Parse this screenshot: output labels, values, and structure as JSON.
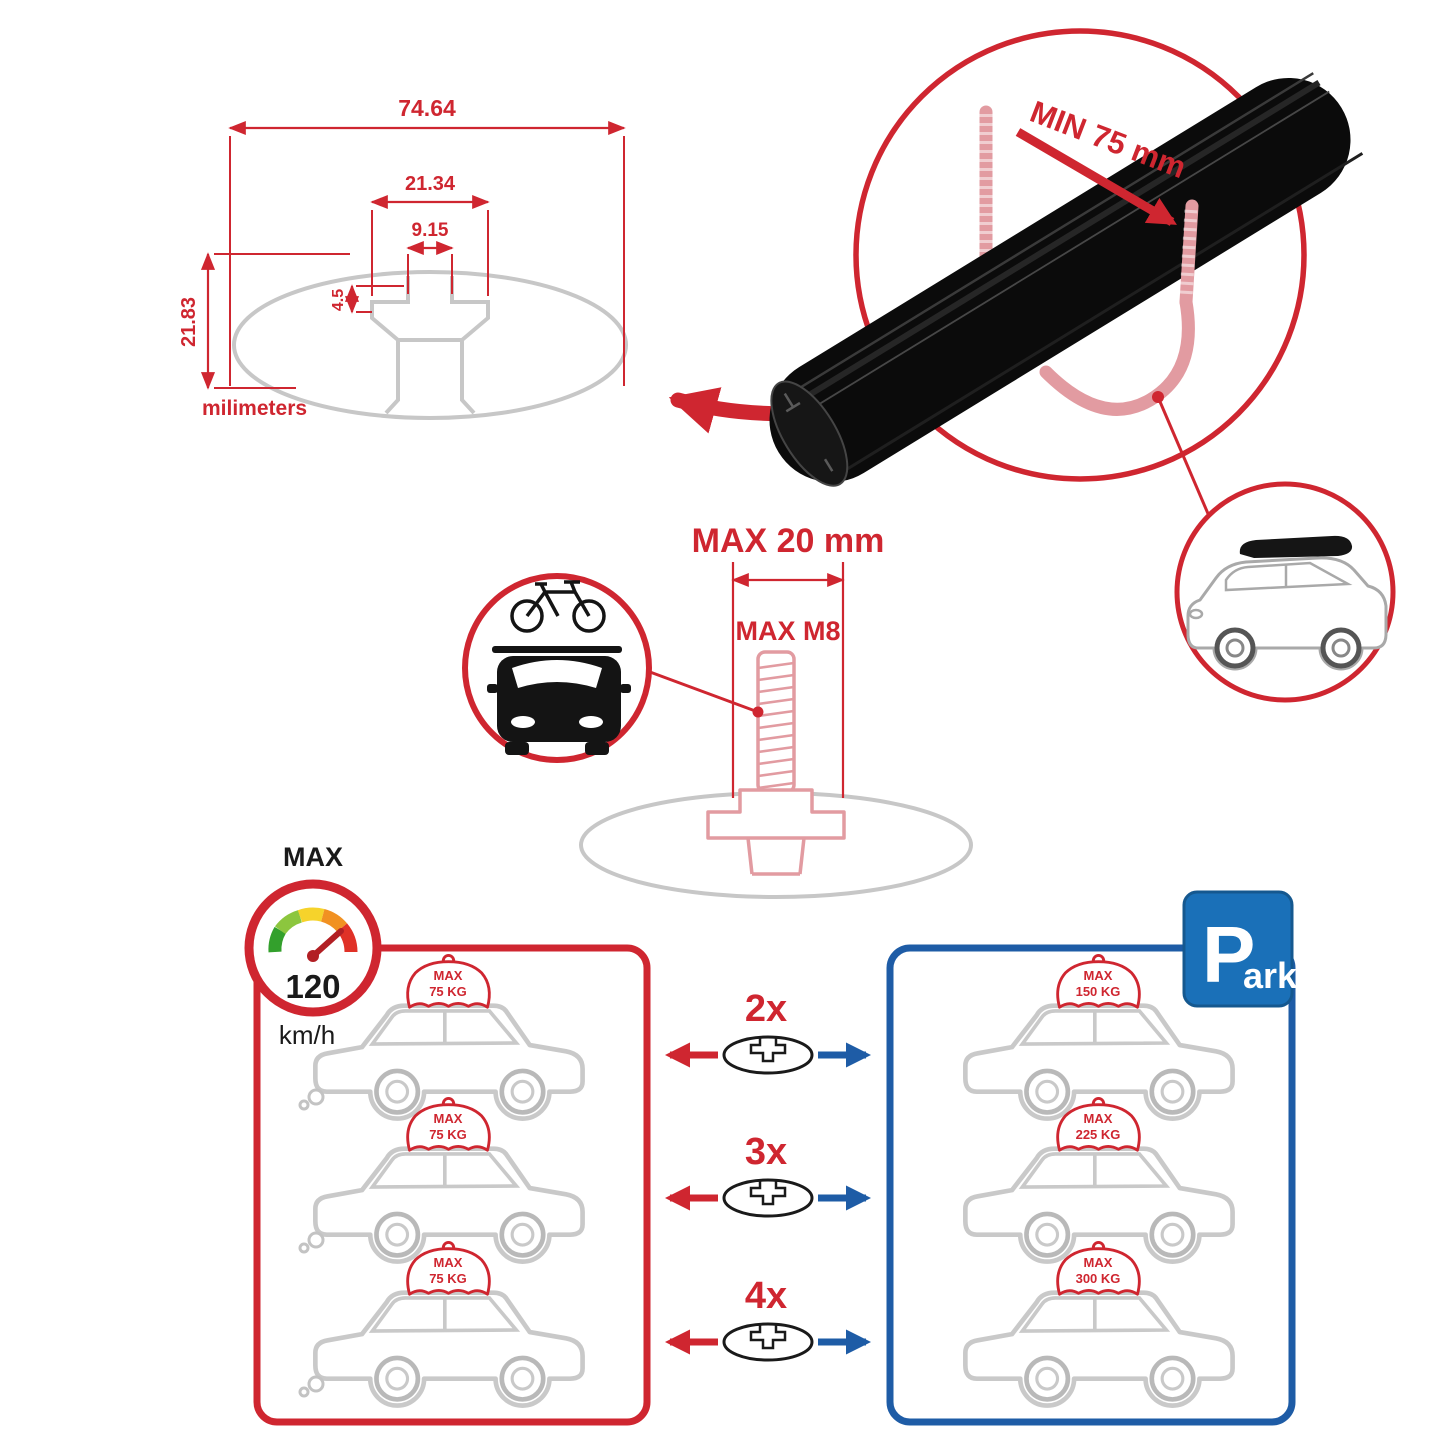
{
  "colors": {
    "red": "#cf2630",
    "blue": "#1e5ca6",
    "gray": "#c9c9c9",
    "pink": "#e29ba1",
    "black": "#141414"
  },
  "tech_drawing": {
    "width_total": "74.64",
    "channel_width": "21.34",
    "slot_width": "9.15",
    "slot_depth": "4.5",
    "profile_height": "21.83",
    "units_label": "milimeters"
  },
  "clamp": {
    "min_label": "MIN 75 mm"
  },
  "bolt": {
    "max_length_label": "MAX 20 mm",
    "max_thread_label": "MAX M8"
  },
  "speed": {
    "label": "MAX",
    "value": "120",
    "units": "km/h"
  },
  "park_sign": {
    "p": "P",
    "ark": "ark"
  },
  "rows": [
    {
      "count": "2x",
      "driving": {
        "label": "MAX",
        "weight": "75 KG"
      },
      "parked": {
        "label": "MAX",
        "weight": "150 KG"
      }
    },
    {
      "count": "3x",
      "driving": {
        "label": "MAX",
        "weight": "75 KG"
      },
      "parked": {
        "label": "MAX",
        "weight": "225 KG"
      }
    },
    {
      "count": "4x",
      "driving": {
        "label": "MAX",
        "weight": "75 KG"
      },
      "parked": {
        "label": "MAX",
        "weight": "300 KG"
      }
    }
  ]
}
